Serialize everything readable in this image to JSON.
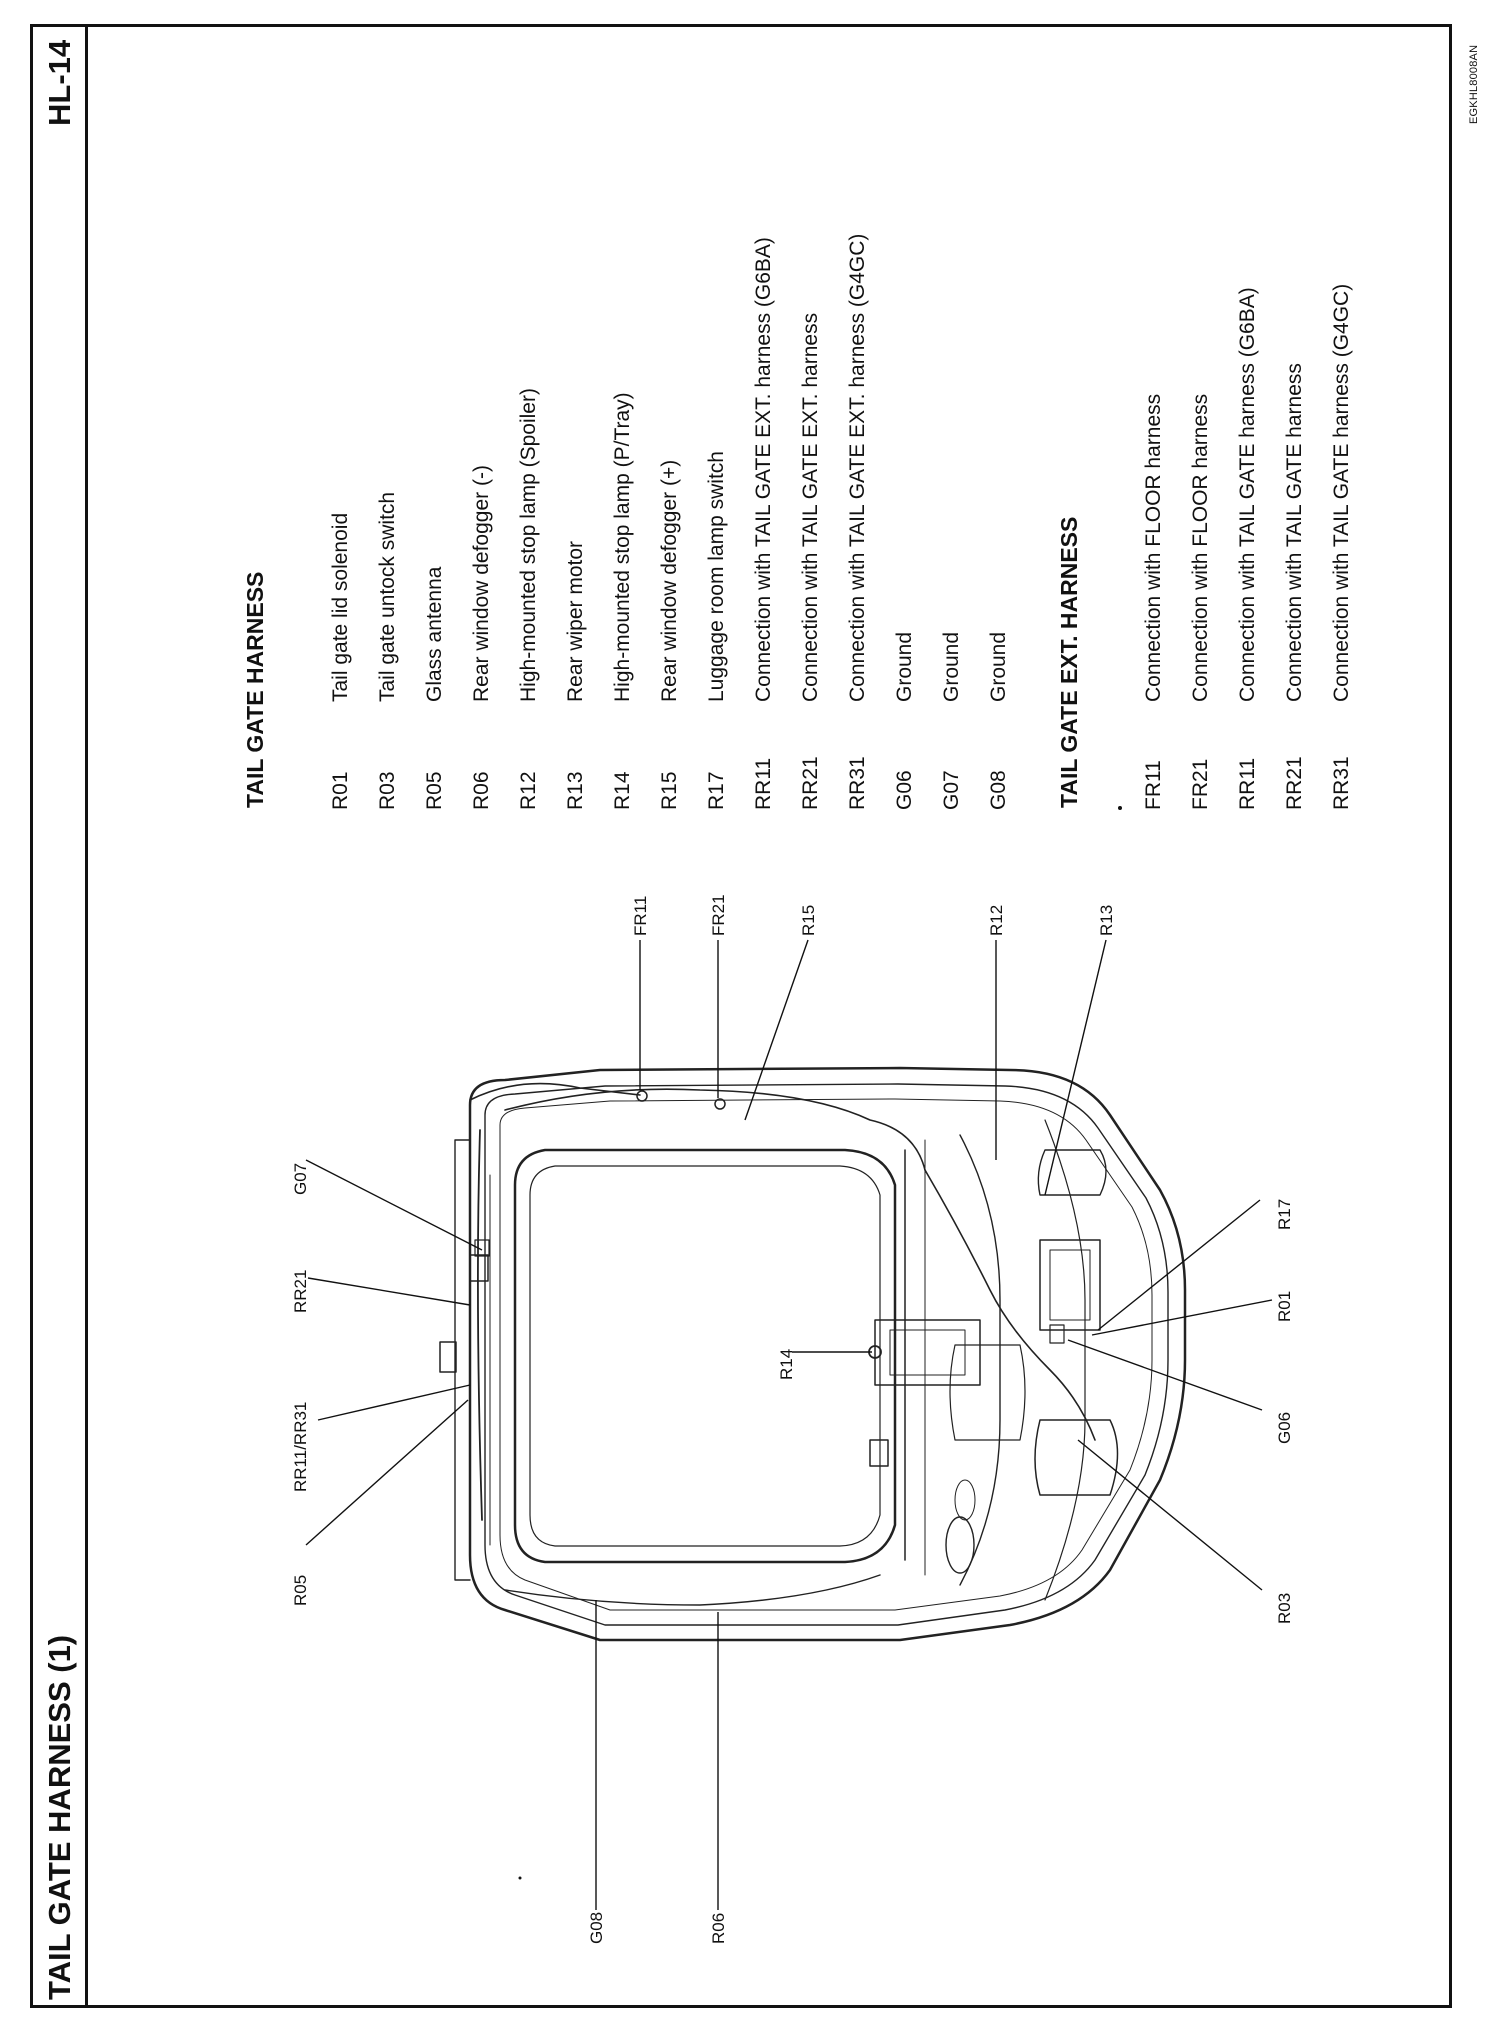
{
  "header": {
    "title": "TAIL GATE HARNESS (1)",
    "page_number": "HL-14",
    "figure_code": "EGKHL8008AN"
  },
  "tail_gate_harness": {
    "heading": "TAIL GATE HARNESS",
    "items": [
      {
        "code": "R01",
        "desc": "Tail gate lid solenoid"
      },
      {
        "code": "R03",
        "desc": "Tail gate untock switch"
      },
      {
        "code": "R05",
        "desc": "Glass antenna"
      },
      {
        "code": "R06",
        "desc": "Rear window defogger (-)"
      },
      {
        "code": "R12",
        "desc": "High-mounted stop lamp (Spoiler)"
      },
      {
        "code": "R13",
        "desc": "Rear wiper motor"
      },
      {
        "code": "R14",
        "desc": "High-mounted stop lamp (P/Tray)"
      },
      {
        "code": "R15",
        "desc": "Rear window defogger (+)"
      },
      {
        "code": "R17",
        "desc": "Luggage room lamp switch"
      },
      {
        "code": "RR11",
        "desc": "Connection with TAIL GATE EXT. harness (G6BA)"
      },
      {
        "code": "RR21",
        "desc": "Connection with TAIL GATE EXT. harness"
      },
      {
        "code": "RR31",
        "desc": "Connection with TAIL GATE EXT. harness (G4GC)"
      },
      {
        "code": "G06",
        "desc": "Ground"
      },
      {
        "code": "G07",
        "desc": "Ground"
      },
      {
        "code": "G08",
        "desc": "Ground"
      }
    ]
  },
  "tail_gate_ext_harness": {
    "heading": "TAIL GATE EXT. HARNESS",
    "items": [
      {
        "code": "FR11",
        "desc": "Connection with FLOOR harness"
      },
      {
        "code": "FR21",
        "desc": "Connection with FLOOR harness"
      },
      {
        "code": "RR11",
        "desc": "Connection with TAIL GATE harness (G6BA)"
      },
      {
        "code": "RR21",
        "desc": "Connection with TAIL GATE harness"
      },
      {
        "code": "RR31",
        "desc": "Connection with TAIL GATE harness (G4GC)"
      }
    ]
  },
  "diagram_labels": {
    "r05": "R05",
    "rr11_rr31": "RR11/RR31",
    "rr21": "RR21",
    "g07": "G07",
    "fr11": "FR11",
    "fr21": "FR21",
    "r15": "R15",
    "r12": "R12",
    "r13": "R13",
    "r17": "R17",
    "r01": "R01",
    "g06": "G06",
    "r03": "R03",
    "r14": "R14",
    "g08": "G08",
    "r06": "R06"
  }
}
